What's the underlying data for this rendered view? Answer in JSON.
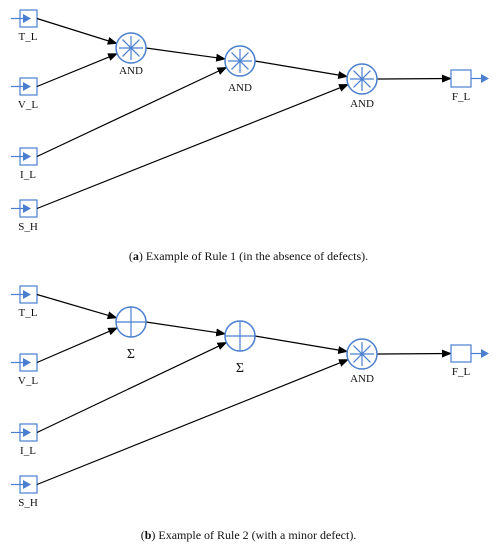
{
  "diagrams": [
    {
      "inputs": [
        "T_L",
        "V_L",
        "I_L",
        "S_H"
      ],
      "gates": [
        {
          "label": "AND",
          "symbol": "star"
        },
        {
          "label": "AND",
          "symbol": "star"
        },
        {
          "label": "AND",
          "symbol": "star"
        }
      ],
      "output": "F_L",
      "caption_letter": "a",
      "caption_text": " Example of Rule 1 (in the absence of defects)."
    },
    {
      "inputs": [
        "T_L",
        "V_L",
        "I_L",
        "S_H"
      ],
      "gates": [
        {
          "label": "Σ",
          "symbol": "plus"
        },
        {
          "label": "Σ",
          "symbol": "plus"
        },
        {
          "label": "AND",
          "symbol": "star"
        }
      ],
      "output": "F_L",
      "caption_letter": "b",
      "caption_text": " Example of Rule 2 (with a minor defect)."
    }
  ],
  "colors": {
    "block": "#4a7fd0",
    "line": "#000000",
    "text": "#111111"
  }
}
